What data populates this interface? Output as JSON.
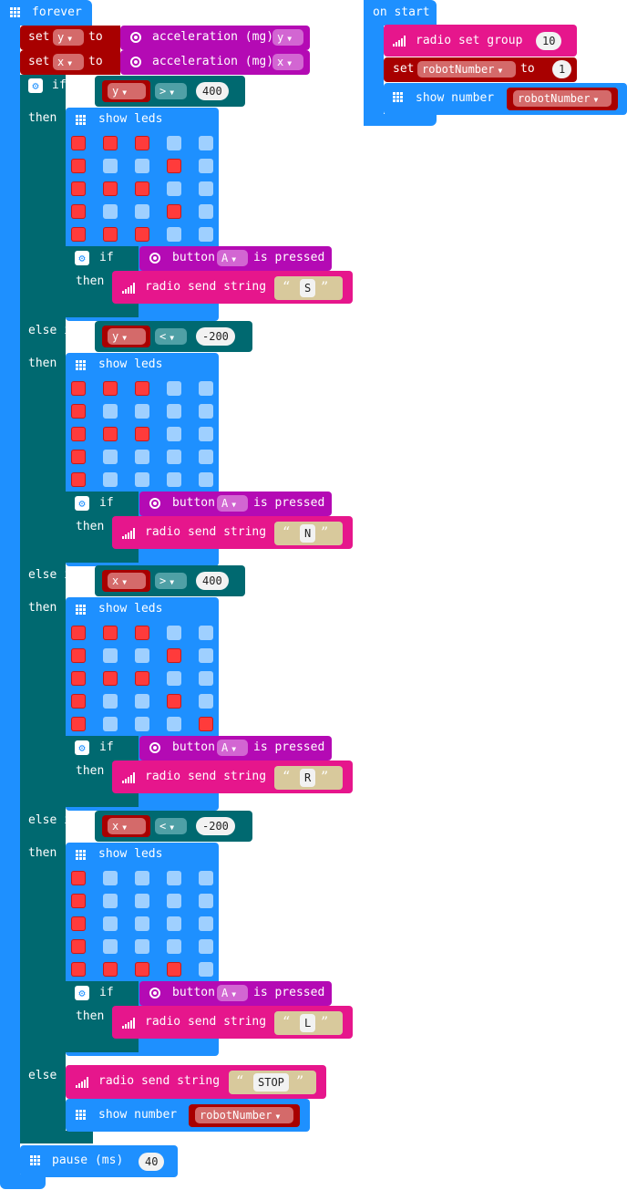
{
  "forever": {
    "label": "forever"
  },
  "on_start": {
    "label": "on start",
    "radio_set_group": "radio set group",
    "group_value": "10",
    "set_label": "set",
    "var": "robotNumber",
    "to": "to",
    "var_value": "1",
    "show_number": "show number"
  },
  "assign": [
    {
      "set": "set",
      "var": "y",
      "to": "to",
      "accel": "acceleration (mg)",
      "axis": "y"
    },
    {
      "set": "set",
      "var": "x",
      "to": "to",
      "accel": "acceleration (mg)",
      "axis": "x"
    }
  ],
  "kw": {
    "if": "if",
    "then": "then",
    "else_if": "else if",
    "else": "else",
    "show_leds": "show leds",
    "button": "button",
    "btn": "A",
    "is_pressed": "is pressed",
    "radio_send_string": "radio send string"
  },
  "branches": [
    {
      "var": "y",
      "op": ">",
      "value": "400",
      "send": "S",
      "leds": [
        [
          1,
          1,
          1,
          0,
          0
        ],
        [
          1,
          0,
          0,
          1,
          0
        ],
        [
          1,
          1,
          1,
          0,
          0
        ],
        [
          1,
          0,
          0,
          1,
          0
        ],
        [
          1,
          1,
          1,
          0,
          0
        ]
      ]
    },
    {
      "var": "y",
      "op": "<",
      "value": "-200",
      "send": "N",
      "leds": [
        [
          1,
          1,
          1,
          0,
          0
        ],
        [
          1,
          0,
          0,
          0,
          0
        ],
        [
          1,
          1,
          1,
          0,
          0
        ],
        [
          1,
          0,
          0,
          0,
          0
        ],
        [
          1,
          0,
          0,
          0,
          0
        ]
      ]
    },
    {
      "var": "x",
      "op": ">",
      "value": "400",
      "send": "R",
      "leds": [
        [
          1,
          1,
          1,
          0,
          0
        ],
        [
          1,
          0,
          0,
          1,
          0
        ],
        [
          1,
          1,
          1,
          0,
          0
        ],
        [
          1,
          0,
          0,
          1,
          0
        ],
        [
          1,
          0,
          0,
          0,
          1
        ]
      ]
    },
    {
      "var": "x",
      "op": "<",
      "value": "-200",
      "send": "L",
      "leds": [
        [
          1,
          0,
          0,
          0,
          0
        ],
        [
          1,
          0,
          0,
          0,
          0
        ],
        [
          1,
          0,
          0,
          0,
          0
        ],
        [
          1,
          0,
          0,
          0,
          0
        ],
        [
          1,
          1,
          1,
          1,
          0
        ]
      ]
    }
  ],
  "else_branch": {
    "send": "STOP",
    "show_number": "show number",
    "var": "robotNumber"
  },
  "pause": {
    "label": "pause (ms)",
    "value": "40"
  },
  "colors": {
    "loops_blue": "#1e90ff",
    "logic_teal": "#006970",
    "input_purple": "#b40ab4",
    "radio_pink": "#e6168c",
    "variables_red": "#a80000",
    "led_on": "#ff3b3b",
    "led_off": "#9fd0ff"
  }
}
